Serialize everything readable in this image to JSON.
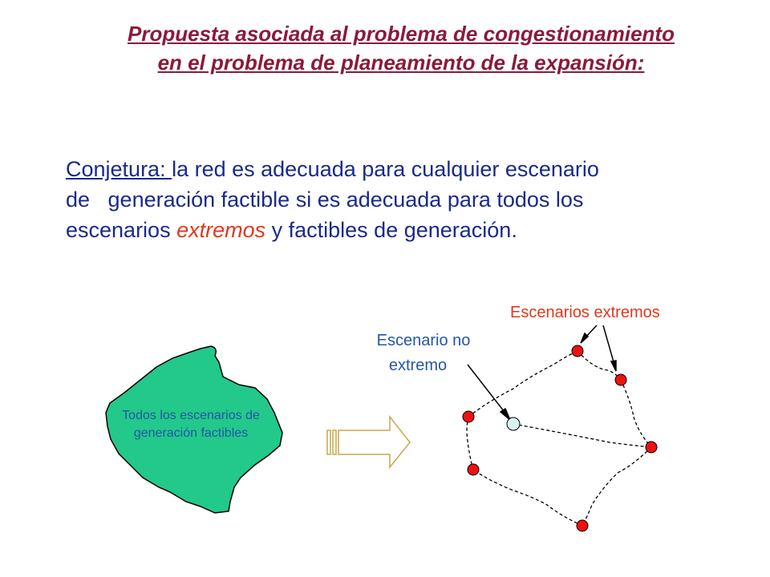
{
  "title": {
    "line1": " Propuesta asociada al problema de congestionamiento",
    "line2": "en el problema de planeamiento de la expansión:"
  },
  "conjecture": {
    "label": "Conjetura: ",
    "text1": "la red es adecuada para cualquier escenario",
    "text2": "de   generación factible si es adecuada para todos los",
    "text3a": "escenarios ",
    "highlight": "extremos",
    "text3b": " y factibles de generación."
  },
  "diagram": {
    "region_label": "Todos los escenarios de generación factibles",
    "extreme_label": "Escenarios extremos",
    "non_extreme_label_1": "Escenario no",
    "non_extreme_label_2": "extremo",
    "colors": {
      "region_fill": "#22c98a",
      "extreme_point": "#ee1111",
      "non_extreme_point": "#d8f4f2",
      "arrow_outline": "#c8a848"
    }
  }
}
